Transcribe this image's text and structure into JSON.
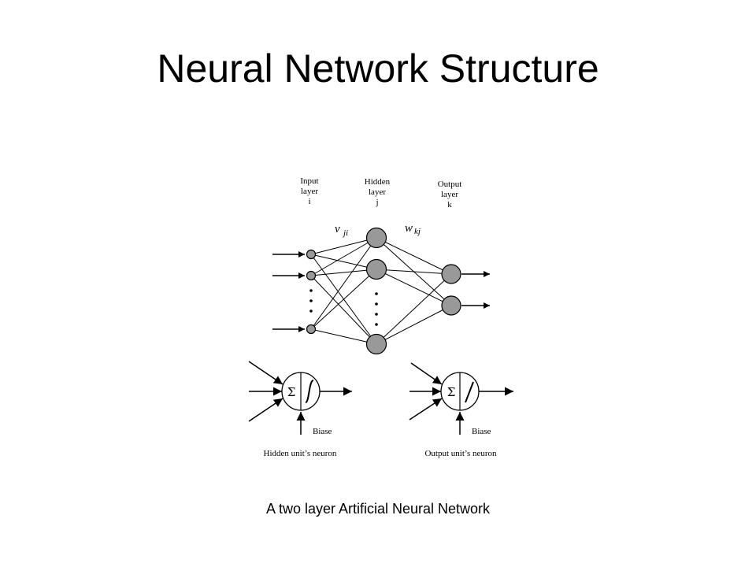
{
  "title": "Neural Network Structure",
  "caption": "A two layer Artificial Neural Network",
  "diagram": {
    "layers": {
      "input": {
        "line1": "Input",
        "line2": "layer",
        "line3": "i"
      },
      "hidden": {
        "line1": "Hidden",
        "line2": "layer",
        "line3": "j"
      },
      "output": {
        "line1": "Output",
        "line2": "layer",
        "line3": "k"
      }
    },
    "weights": {
      "input_hidden": {
        "symbol": "v",
        "subscript": "ji"
      },
      "hidden_output": {
        "symbol": "w",
        "subscript": "kj"
      }
    },
    "hidden_neuron": {
      "sum_symbol": "Σ",
      "bias_label": "Biase",
      "caption": "Hidden unit’s neuron"
    },
    "output_neuron": {
      "sum_symbol": "Σ",
      "bias_label": "Biase",
      "caption": "Output unit’s neuron"
    },
    "colors": {
      "node_fill": "#999999",
      "stroke": "#000000"
    }
  }
}
